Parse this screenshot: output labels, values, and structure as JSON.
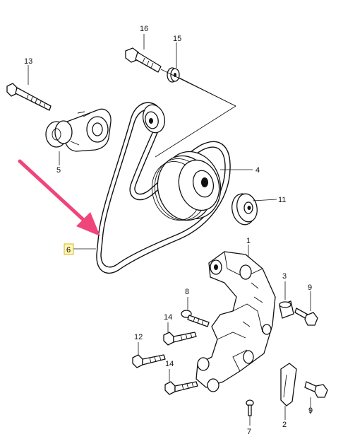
{
  "diagram": {
    "callouts": [
      {
        "id": "c1",
        "label": "1"
      },
      {
        "id": "c2",
        "label": "2"
      },
      {
        "id": "c3",
        "label": "3"
      },
      {
        "id": "c4",
        "label": "4"
      },
      {
        "id": "c5",
        "label": "5"
      },
      {
        "id": "c6",
        "label": "6",
        "highlighted": true
      },
      {
        "id": "c7",
        "label": "7"
      },
      {
        "id": "c8",
        "label": "8"
      },
      {
        "id": "c9a",
        "label": "9"
      },
      {
        "id": "c9b",
        "label": "9"
      },
      {
        "id": "c11",
        "label": "11"
      },
      {
        "id": "c12",
        "label": "12"
      },
      {
        "id": "c13",
        "label": "13"
      },
      {
        "id": "c14a",
        "label": "14"
      },
      {
        "id": "c14b",
        "label": "14"
      },
      {
        "id": "c15",
        "label": "15"
      },
      {
        "id": "c16",
        "label": "16"
      }
    ],
    "colors": {
      "arrow": "#f0457a",
      "highlight": "#fff6b3",
      "line": "#111111"
    }
  }
}
